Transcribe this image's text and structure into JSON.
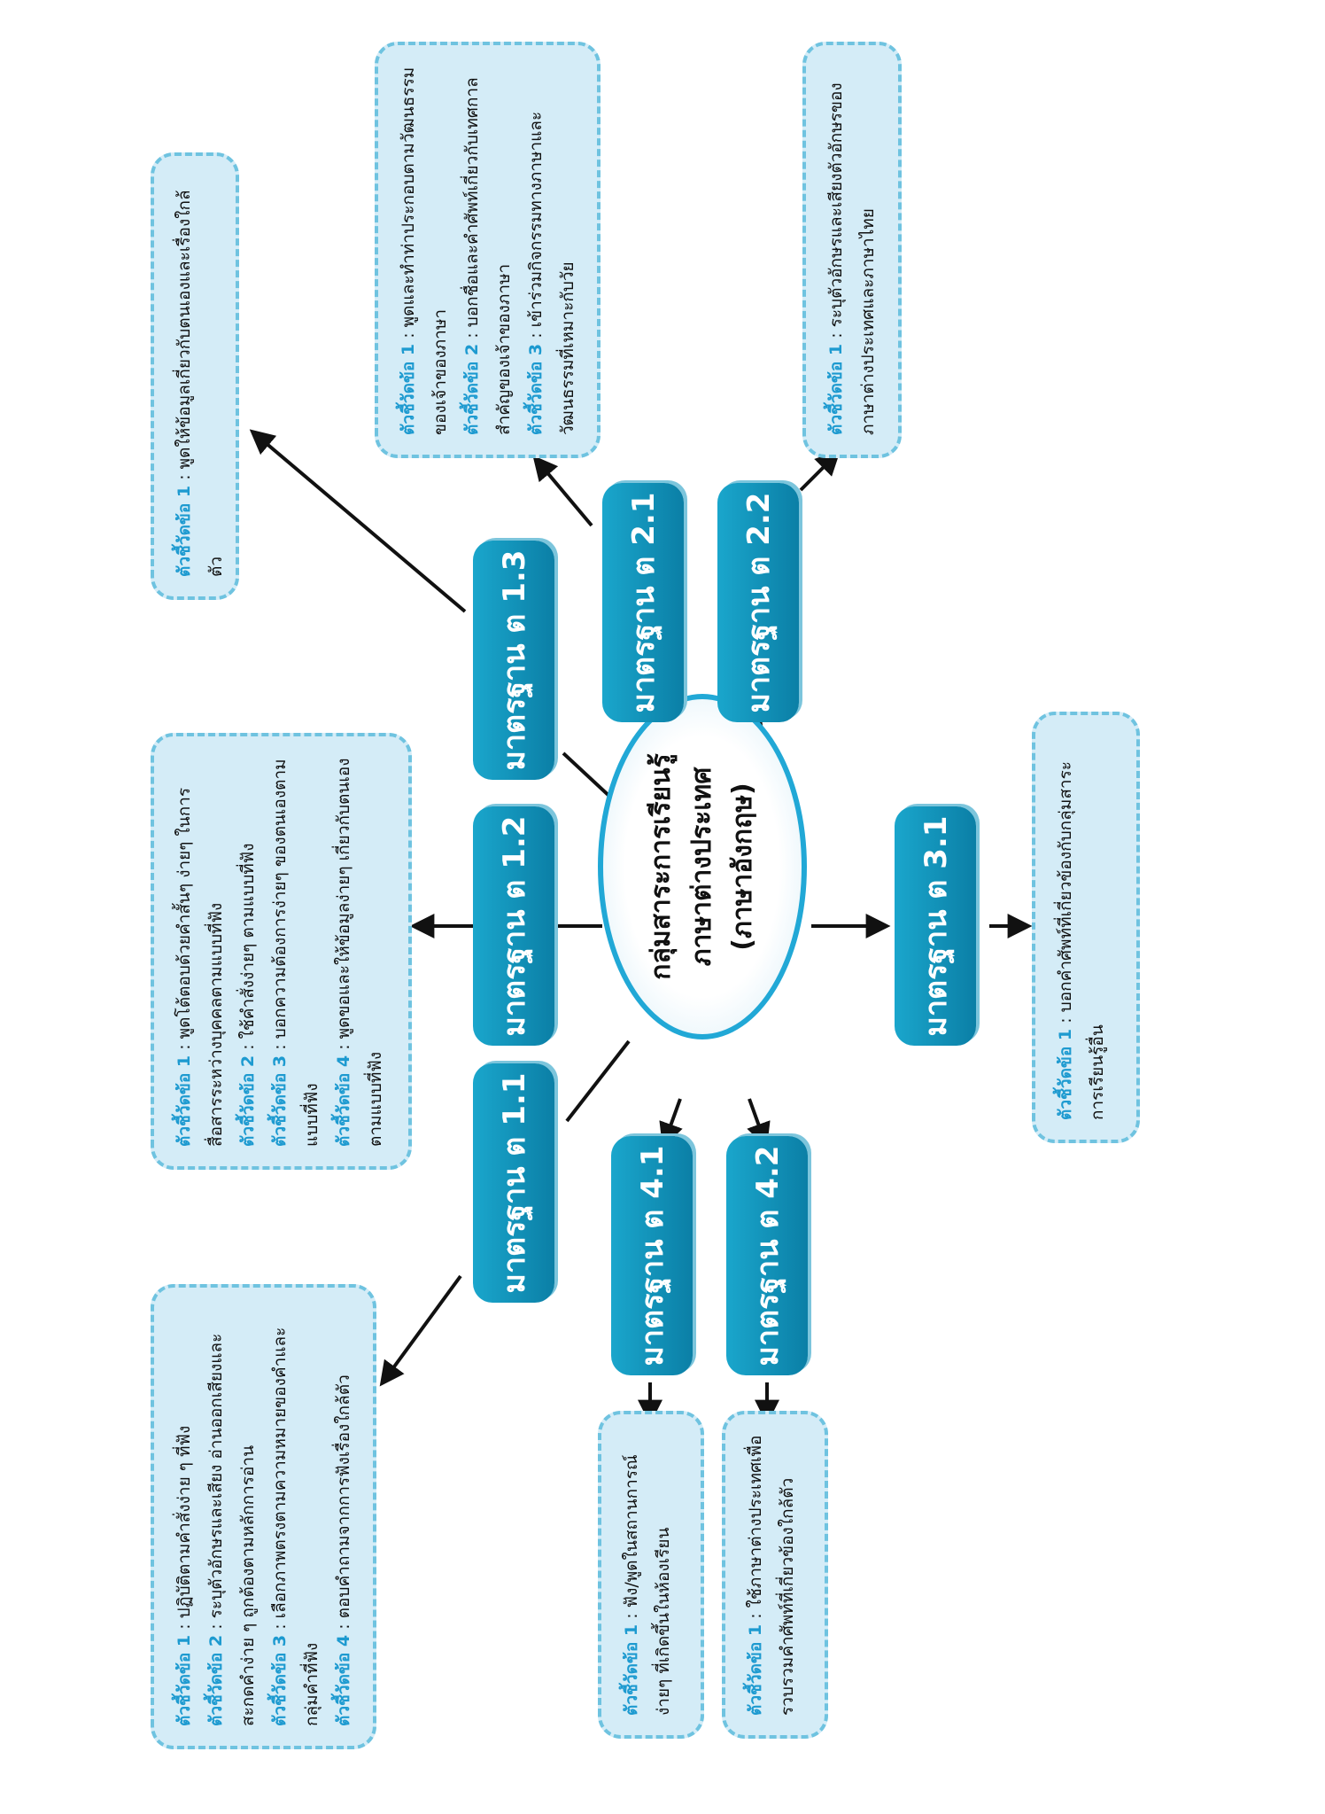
{
  "center": {
    "line1": "กลุ่มสาระการเรียนรู้",
    "line2": "ภาษาต่างประเทศ",
    "line3": "(ภาษาอังกฤษ)"
  },
  "standards": {
    "s11": "มาตรฐาน ต 1.1",
    "s12": "มาตรฐาน ต 1.2",
    "s13": "มาตรฐาน ต 1.3",
    "s21": "มาตรฐาน ต 2.1",
    "s22": "มาตรฐาน ต 2.2",
    "s31": "มาตรฐาน ต 3.1",
    "s41": "มาตรฐาน ต 4.1",
    "s42": "มาตรฐาน ต 4.2"
  },
  "indicators": {
    "s11": [
      {
        "label": "ตัวชี้วัดข้อ 1",
        "text": " : ปฏิบัติตามคำสั่งง่าย ๆ ที่ฟัง"
      },
      {
        "label": "ตัวชี้วัดข้อ 2",
        "text": " : ระบุตัวอักษรและเสียง อ่านออกเสียงและสะกดคำง่าย ๆ ถูกต้องตามหลักการอ่าน"
      },
      {
        "label": "ตัวชี้วัดข้อ 3",
        "text": " : เลือกภาพตรงตามความหมายของคำและกลุ่มคำที่ฟัง"
      },
      {
        "label": "ตัวชี้วัดข้อ 4",
        "text": " : ตอบคำถามจากการฟังเรื่องใกล้ตัว"
      }
    ],
    "s12": [
      {
        "label": "ตัวชี้วัดข้อ 1",
        "text": " : พูดโต้ตอบด้วยคำสั้นๆ ง่ายๆ ในการสื่อสารระหว่างบุคคลตามแบบที่ฟัง"
      },
      {
        "label": "ตัวชี้วัดข้อ 2",
        "text": " : ใช้คำสั่งง่ายๆ ตามแบบที่ฟัง"
      },
      {
        "label": "ตัวชี้วัดข้อ 3",
        "text": " : บอกความต้องการง่ายๆ ของตนเองตามแบบที่ฟัง"
      },
      {
        "label": "ตัวชี้วัดข้อ 4",
        "text": " : พูดขอและให้ข้อมูลง่ายๆ เกี่ยวกับตนเองตามแบบที่ฟัง"
      }
    ],
    "s13": [
      {
        "label": "ตัวชี้วัดข้อ 1",
        "text": " : พูดให้ข้อมูลเกี่ยวกับตนเองและเรื่องใกล้ตัว"
      }
    ],
    "s21": [
      {
        "label": "ตัวชี้วัดข้อ 1",
        "text": " : พูดและทำท่าประกอบตามวัฒนธรรมของเจ้าของภาษา"
      },
      {
        "label": "ตัวชี้วัดข้อ 2",
        "text": " : บอกชื่อและคำศัพท์เกี่ยวกับเทศกาลสำคัญของเจ้าของภาษา"
      },
      {
        "label": "ตัวชี้วัดข้อ 3",
        "text": " : เข้าร่วมกิจกรรมทางภาษาและวัฒนธรรมที่เหมาะกับวัย"
      }
    ],
    "s22": [
      {
        "label": "ตัวชี้วัดข้อ 1",
        "text": " : ระบุตัวอักษรและเสียงตัวอักษรของภาษาต่างประเทศและภาษาไทย"
      }
    ],
    "s31": [
      {
        "label": "ตัวชี้วัดข้อ 1",
        "text": " : บอกคำศัพท์ที่เกี่ยวข้องกับกลุ่มสาระการเรียนรู้อื่น"
      }
    ],
    "s41": [
      {
        "label": "ตัวชี้วัดข้อ 1",
        "text": " : ฟัง/พูดในสถานการณ์ง่ายๆ ที่เกิดขึ้นในห้องเรียน"
      }
    ],
    "s42": [
      {
        "label": "ตัวชี้วัดข้อ 1",
        "text": " : ใช้ภาษาต่างประเทศเพื่อรวบรวมคำศัพท์ที่เกี่ยวข้องใกล้ตัว"
      }
    ]
  }
}
